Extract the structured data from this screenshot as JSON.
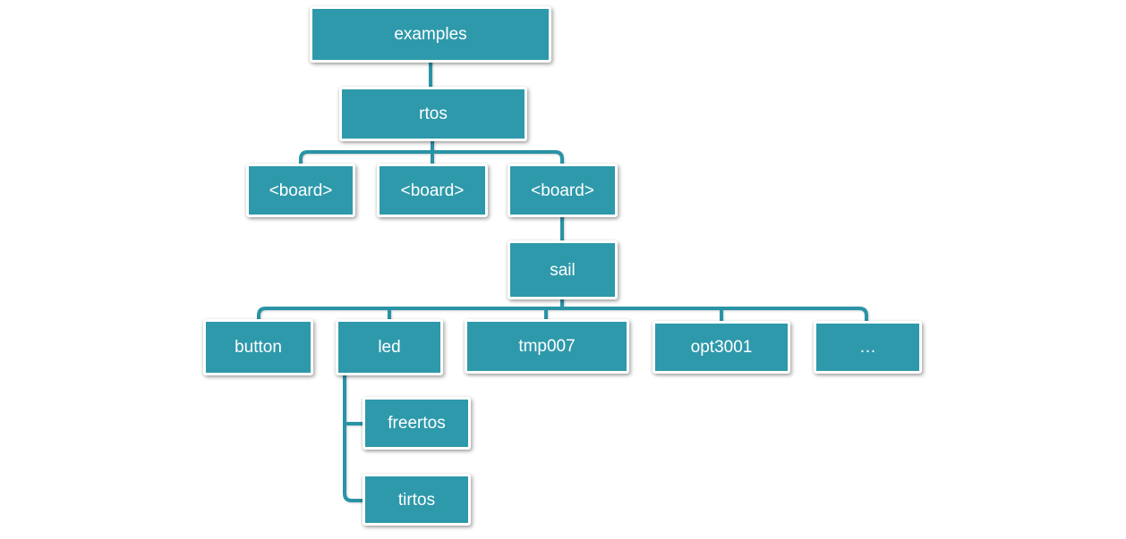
{
  "diagram": {
    "type": "tree",
    "description": "Directory tree of examples folder",
    "colors": {
      "box_fill": "#2E99AB",
      "line_color": "#2A93A6",
      "text_color": "#FFFFFF",
      "canvas_bg": "#FFFFFF"
    },
    "nodes": [
      {
        "id": "examples",
        "label": "examples"
      },
      {
        "id": "rtos",
        "label": "rtos"
      },
      {
        "id": "board-1",
        "label": "<board>"
      },
      {
        "id": "board-2",
        "label": "<board>"
      },
      {
        "id": "board-3",
        "label": "<board>"
      },
      {
        "id": "sail",
        "label": "sail"
      },
      {
        "id": "button",
        "label": "button"
      },
      {
        "id": "led",
        "label": "led"
      },
      {
        "id": "tmp007",
        "label": "tmp007"
      },
      {
        "id": "opt3001",
        "label": "opt3001"
      },
      {
        "id": "ellipsis",
        "label": "…"
      },
      {
        "id": "freertos",
        "label": "freertos"
      },
      {
        "id": "tirtos",
        "label": "tirtos"
      }
    ],
    "edges": [
      {
        "from": "examples",
        "to": "rtos"
      },
      {
        "from": "rtos",
        "to": "board-1"
      },
      {
        "from": "rtos",
        "to": "board-2"
      },
      {
        "from": "rtos",
        "to": "board-3"
      },
      {
        "from": "board-3",
        "to": "sail"
      },
      {
        "from": "sail",
        "to": "button"
      },
      {
        "from": "sail",
        "to": "led"
      },
      {
        "from": "sail",
        "to": "tmp007"
      },
      {
        "from": "sail",
        "to": "opt3001"
      },
      {
        "from": "sail",
        "to": "ellipsis"
      },
      {
        "from": "led",
        "to": "freertos"
      },
      {
        "from": "led",
        "to": "tirtos"
      }
    ]
  }
}
